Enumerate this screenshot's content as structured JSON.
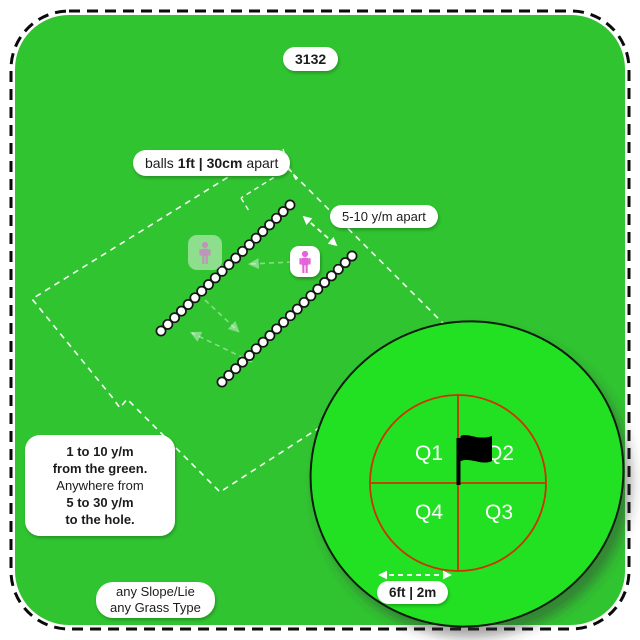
{
  "labels": {
    "station_number": "3132",
    "balls_pre": "balls",
    "balls_bold": "1ft | 30cm",
    "balls_post": "apart",
    "line_spacing": "5-10 y/m apart",
    "green_size": "6ft | 2m",
    "conditions_line1": "any Slope/Lie",
    "conditions_line2": "any Grass Type"
  },
  "info_box": {
    "line1": "1 to 10 y/m",
    "line2": "from the green.",
    "line3": "Anywhere from",
    "line4": "5 to 30 y/m",
    "line5": "to the hole."
  },
  "green": {
    "quadrants": {
      "q1": "Q1",
      "q2": "Q2",
      "q3": "Q3",
      "q4": "Q4"
    }
  },
  "drill": {
    "ball_lines": 2,
    "balls_per_line": 20
  },
  "colors": {
    "field_green": "#31c431",
    "green_bright": "#20e120",
    "target_red": "#cc3300",
    "person_pink": "#e364d8",
    "ball_white": "#ffffff"
  }
}
